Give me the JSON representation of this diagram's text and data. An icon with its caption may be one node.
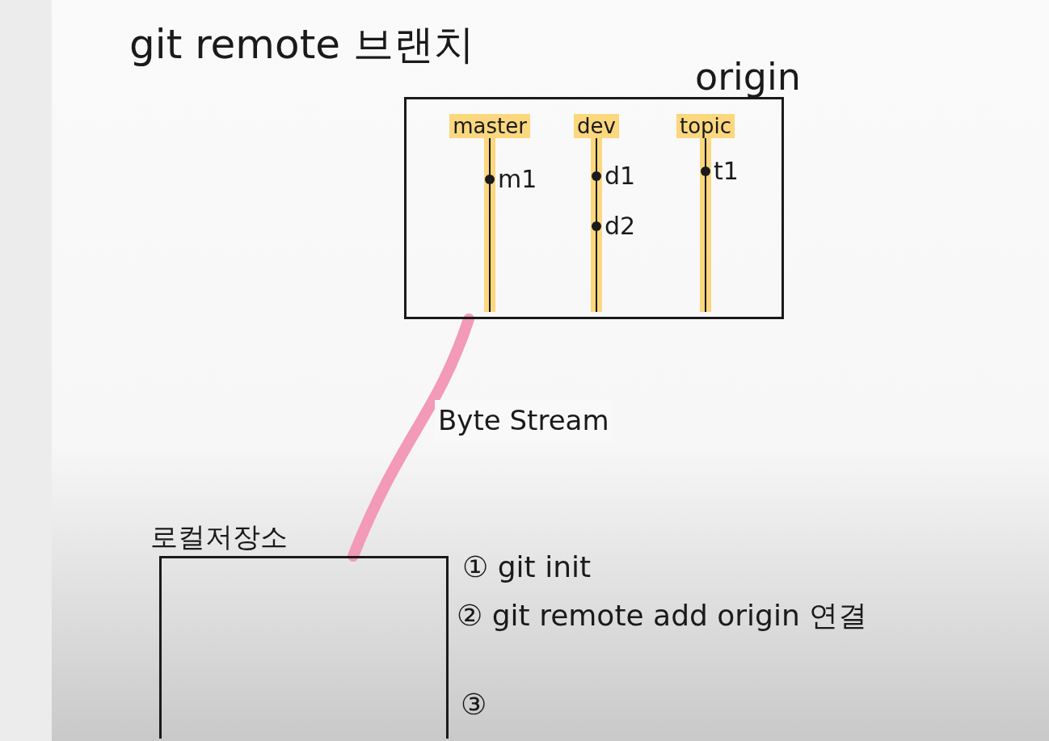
{
  "diagram": {
    "title": "git remote 브랜치",
    "nodes": [
      {
        "text": [
          "origin"
        ]
      },
      {
        "text": [
          "master"
        ],
        "in": 0
      },
      {
        "text": [
          "m1"
        ],
        "in": 1
      },
      {
        "text": [
          "dev"
        ],
        "in": 0
      },
      {
        "text": [
          "d1"
        ],
        "in": 3
      },
      {
        "text": [
          "d2"
        ],
        "in": 3
      },
      {
        "text": [
          "topic"
        ],
        "in": 0
      },
      {
        "text": [
          "t1"
        ],
        "in": 6
      },
      {
        "text": [
          "로컬저장소"
        ],
        "beside": [
          "① git init",
          "② git remote add origin 연결",
          "③"
        ]
      }
    ],
    "edges": [
      {
        "from": 0,
        "to": 8,
        "arrow": "none",
        "label": "Byte Stream",
        "color": "#f29ab8"
      }
    ]
  }
}
